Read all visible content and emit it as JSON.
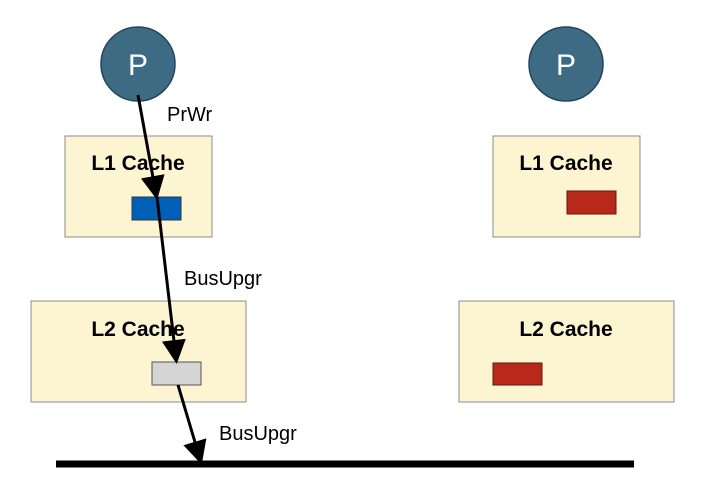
{
  "processors": [
    {
      "label": "P"
    },
    {
      "label": "P"
    }
  ],
  "caches": {
    "left_l1": {
      "label": "L1 Cache"
    },
    "left_l2": {
      "label": "L2 Cache"
    },
    "right_l1": {
      "label": "L1 Cache"
    },
    "right_l2": {
      "label": "L2 Cache"
    }
  },
  "messages": {
    "processor_write": "PrWr",
    "l1_to_l2": "BusUpgr",
    "l2_to_bus": "BusUpgr"
  },
  "colors": {
    "processor_fill": "#3d6b83",
    "processor_stroke": "#23475a",
    "cache_fill": "#fdf4d2",
    "cache_stroke": "#8c8c8c",
    "line_modified": "#0060b8",
    "line_invalid_pending": "#d4d4d4",
    "line_other": "#b8281b",
    "arrow": "#000000",
    "bus": "#000000"
  }
}
